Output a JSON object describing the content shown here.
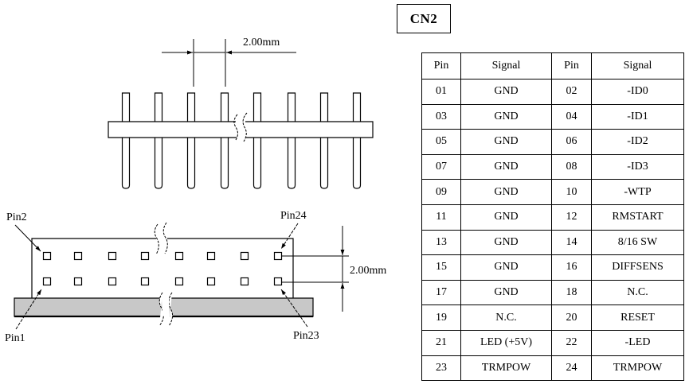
{
  "connector": {
    "title": "CN2",
    "headers": [
      "Pin",
      "Signal",
      "Pin",
      "Signal"
    ],
    "rows": [
      {
        "pin_a": "01",
        "signal_a": "GND",
        "pin_b": "02",
        "signal_b": "-ID0"
      },
      {
        "pin_a": "03",
        "signal_a": "GND",
        "pin_b": "04",
        "signal_b": "-ID1"
      },
      {
        "pin_a": "05",
        "signal_a": "GND",
        "pin_b": "06",
        "signal_b": "-ID2"
      },
      {
        "pin_a": "07",
        "signal_a": "GND",
        "pin_b": "08",
        "signal_b": "-ID3"
      },
      {
        "pin_a": "09",
        "signal_a": "GND",
        "pin_b": "10",
        "signal_b": "-WTP"
      },
      {
        "pin_a": "11",
        "signal_a": "GND",
        "pin_b": "12",
        "signal_b": "RMSTART"
      },
      {
        "pin_a": "13",
        "signal_a": "GND",
        "pin_b": "14",
        "signal_b": "8/16 SW"
      },
      {
        "pin_a": "15",
        "signal_a": "GND",
        "pin_b": "16",
        "signal_b": "DIFFSENS"
      },
      {
        "pin_a": "17",
        "signal_a": "GND",
        "pin_b": "18",
        "signal_b": "N.C."
      },
      {
        "pin_a": "19",
        "signal_a": "N.C.",
        "pin_b": "20",
        "signal_b": "RESET"
      },
      {
        "pin_a": "21",
        "signal_a": "LED (+5V)",
        "pin_b": "22",
        "signal_b": "-LED"
      },
      {
        "pin_a": "23",
        "signal_a": "TRMPOW",
        "pin_b": "24",
        "signal_b": "TRMPOW"
      }
    ]
  },
  "side_view": {
    "pitch_label": "2.00mm",
    "pins_visible": 8
  },
  "top_view": {
    "row_pitch_label": "2.00mm",
    "labels": {
      "top_left": "Pin2",
      "bottom_left": "Pin1",
      "top_right": "Pin24",
      "bottom_right": "Pin23"
    },
    "pins_per_row_visible": 8
  },
  "colors": {
    "line": "#000000",
    "base_fill": "#c8c8c8",
    "background": "#ffffff"
  }
}
